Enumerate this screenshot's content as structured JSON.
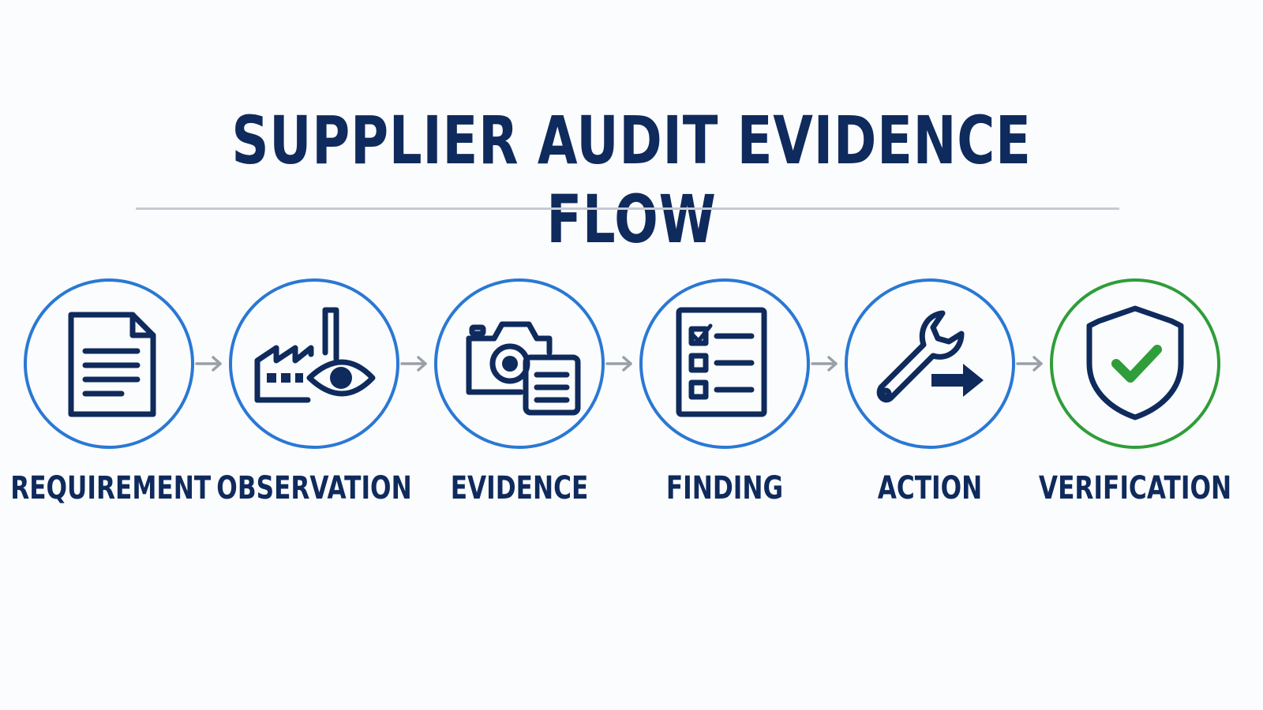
{
  "title": "SUPPLIER AUDIT EVIDENCE FLOW",
  "steps": [
    {
      "label": "REQUIREMENT",
      "icon": "document-icon"
    },
    {
      "label": "OBSERVATION",
      "icon": "factory-eye-icon"
    },
    {
      "label": "EVIDENCE",
      "icon": "camera-document-icon"
    },
    {
      "label": "FINDING",
      "icon": "checklist-icon"
    },
    {
      "label": "ACTION",
      "icon": "wrench-arrow-icon"
    },
    {
      "label": "VERIFICATION",
      "icon": "shield-check-icon"
    }
  ],
  "colors": {
    "navy": "#0f2a5c",
    "ring_blue": "#2a78d4",
    "ring_green": "#2f9d3a",
    "check_green": "#2f9d3a",
    "arrow_gray": "#9aa0a8",
    "divider_gray": "#c6cbd2"
  }
}
